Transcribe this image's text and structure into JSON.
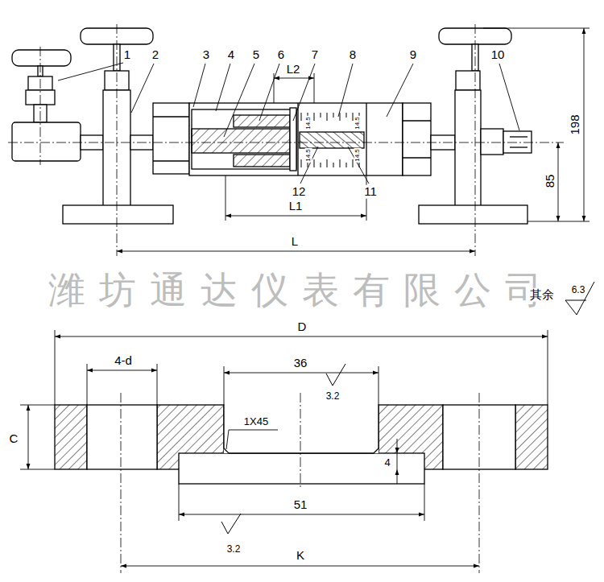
{
  "diagram": {
    "labels": [
      "1",
      "2",
      "3",
      "4",
      "5",
      "6",
      "7",
      "L2",
      "8",
      "9",
      "10",
      "14.5",
      "14.5",
      "14.5",
      "14.5",
      "12",
      "11",
      "L1",
      "L",
      "198",
      "85",
      "潍坊通达仪表有限公司",
      "其余",
      "6.3",
      "D",
      "4-d",
      "36",
      "3.2",
      "C",
      "1X45",
      "4",
      "51",
      "3.2",
      "K"
    ]
  }
}
